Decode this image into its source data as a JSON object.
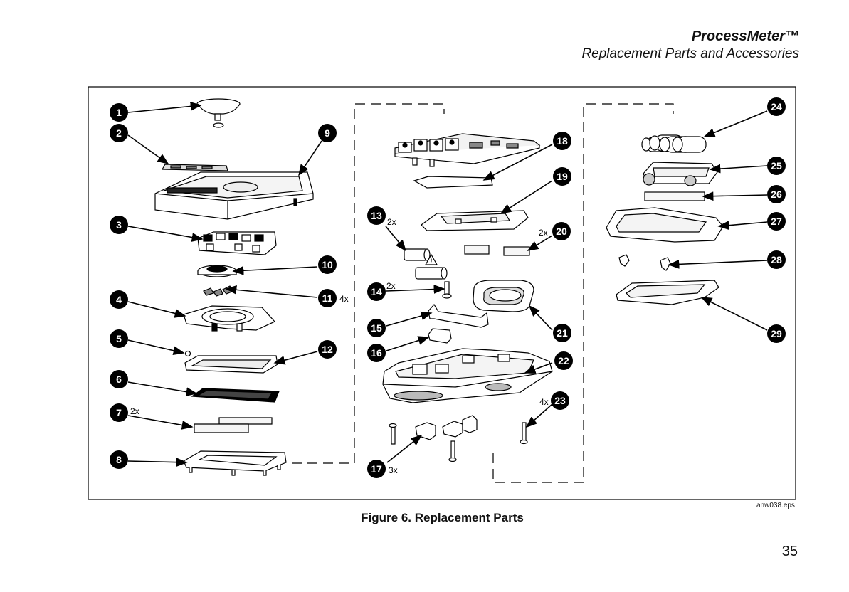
{
  "header": {
    "title": "ProcessMeter™",
    "subtitle": "Replacement Parts and Accessories"
  },
  "figure": {
    "file_label": "anw038.eps",
    "caption": "Figure 6. Replacement Parts",
    "callouts": [
      "1",
      "2",
      "3",
      "4",
      "5",
      "6",
      "7",
      "8",
      "9",
      "10",
      "11",
      "12",
      "13",
      "14",
      "15",
      "16",
      "17",
      "18",
      "19",
      "20",
      "21",
      "22",
      "23",
      "24",
      "25",
      "26",
      "27",
      "28",
      "29"
    ],
    "quantities": {
      "q7": "2x",
      "q11": "4x",
      "q13": "2x",
      "q14": "2x",
      "q17": "3x",
      "q20": "2x",
      "q23": "4x"
    }
  },
  "page_number": "35"
}
